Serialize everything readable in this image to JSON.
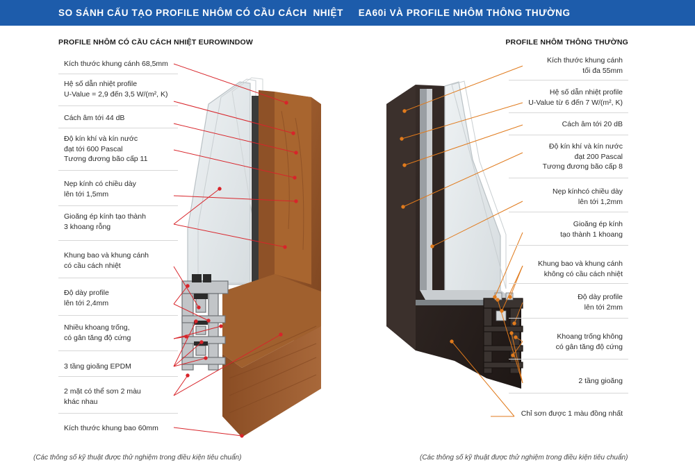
{
  "banner": {
    "title": "SO SÁNH CẤU TẠO PROFILE NHÔM CÓ CẦU CÁCH  NHIỆT     EA60i VÀ PROFILE NHÔM THÔNG THƯỜNG"
  },
  "left": {
    "heading": "PROFILE NHÔM CÓ CẦU CÁCH NHIỆT EUROWINDOW",
    "labels": [
      "Kích thước khung cánh 68,5mm",
      "Hệ số dẫn nhiệt profile\nU-Value = 2,9 đến 3,5 W/(m², K)",
      "Cách âm tới 44 dB",
      "Độ kín khí và kín nước\nđạt tới 600 Pascal\nTương đương bão cấp 11",
      "Nẹp kính có chiều dày\nlên tới 1,5mm",
      "Gioăng ép kính tạo thành\n3 khoang rỗng",
      "Khung bao và khung cánh\ncó cầu cách nhiệt",
      "Độ dày profile\nlên tới 2,4mm",
      "Nhiều khoang trống,\ncó gân tăng độ cứng",
      "3 tầng gioăng EPDM",
      "2 mặt có thể sơn 2 màu\nkhác nhau",
      "Kích thước khung bao 60mm"
    ],
    "footnote": "(Các thông số kỹ thuật được thử nghiệm trong điều kiện tiêu chuẩn)"
  },
  "right": {
    "heading": "PROFILE NHÔM THÔNG THƯỜNG",
    "labels": [
      "Kích thước khung cánh\ntối đa 55mm",
      "Hệ số dẫn nhiệt profile\nU-Value từ 6 đến 7 W/(m², K)",
      "Cách âm tới 20 dB",
      "Độ kín khí và kín nước\nđạt 200 Pascal\nTương đương bão cấp 8",
      "Nẹp kínhcó chiều dày\nlên tới 1,2mm",
      "Gioăng ép kính\ntạo thành 1 khoang",
      "Khung bao và khung cánh\nkhông có cầu cách nhiệt",
      "Độ dày profile\nlên tới 2mm",
      "Khoang trống không\ncó gân tăng độ cứng",
      "2 tầng gioăng",
      "Chỉ sơn được 1 màu đồng nhất"
    ],
    "footnote": "(Các thông số kỹ thuật được thử nghiệm trong điều kiện tiêu chuẩn)"
  },
  "colors": {
    "banner": "#1d5cab",
    "wood": "#9a5a2c",
    "wood_dark": "#6e3c1b",
    "dark_profile": "#2b2220",
    "aluminium": "#b9bcbf",
    "leader_left": "#d8242a",
    "leader_right": "#e07a1c"
  }
}
